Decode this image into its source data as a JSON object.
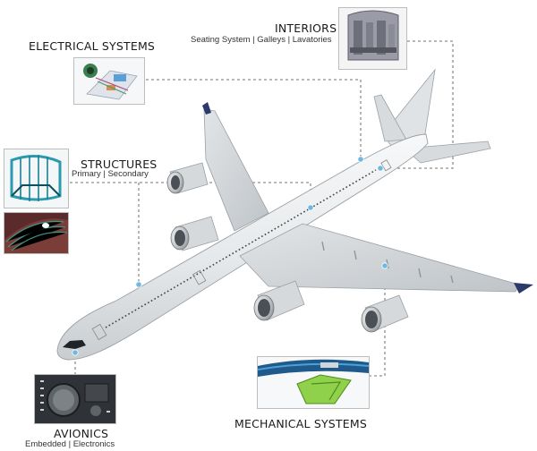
{
  "labels": {
    "interiors": {
      "title": "INTERIORS",
      "sub": "Seating System | Galleys | Lavatories"
    },
    "electrical": {
      "title": "ELECTRICAL SYSTEMS"
    },
    "structures": {
      "title": "STRUCTURES",
      "sub": "Primary | Secondary"
    },
    "avionics": {
      "title": "AVIONICS",
      "sub": "Embedded | Electronics"
    },
    "mechanical": {
      "title": "MECHANICAL SYSTEMS"
    }
  },
  "colors": {
    "leader_line": "#8f8f8f",
    "marker_dot": "#6fb8e0",
    "fuselage": "#e9ecee",
    "wing": "#d9dde0",
    "engine": "#cfd3d6",
    "winglet": "#2b3a6b"
  }
}
